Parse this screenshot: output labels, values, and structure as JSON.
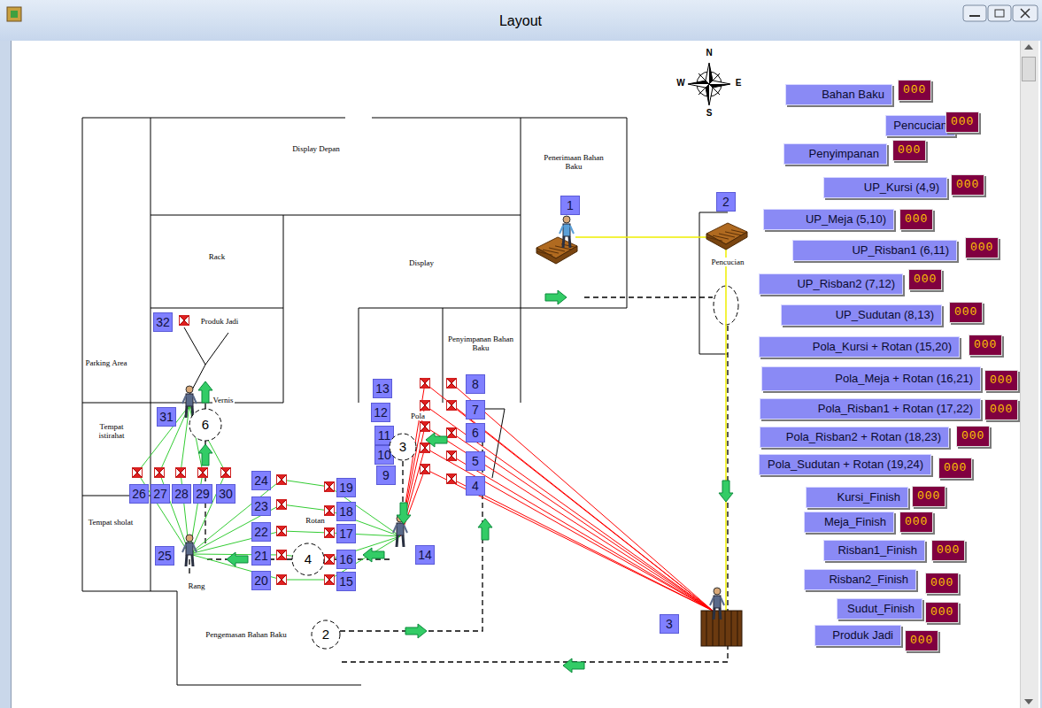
{
  "diagram": {
    "title": "Layout",
    "nodes": [
      {
        "text": [
          "1"
        ]
      },
      {
        "text": [
          "2"
        ]
      },
      {
        "text": [
          "3"
        ]
      },
      {
        "text": [
          "4"
        ]
      },
      {
        "text": [
          "5"
        ]
      },
      {
        "text": [
          "6"
        ]
      },
      {
        "text": [
          "7"
        ]
      },
      {
        "text": [
          "8"
        ]
      },
      {
        "text": [
          "9"
        ]
      },
      {
        "text": [
          "10"
        ]
      },
      {
        "text": [
          "11"
        ]
      },
      {
        "text": [
          "12"
        ]
      },
      {
        "text": [
          "13"
        ]
      },
      {
        "text": [
          "14"
        ]
      },
      {
        "text": [
          "15"
        ]
      },
      {
        "text": [
          "16"
        ]
      },
      {
        "text": [
          "17"
        ]
      },
      {
        "text": [
          "18"
        ]
      },
      {
        "text": [
          "19"
        ]
      },
      {
        "text": [
          "20"
        ]
      },
      {
        "text": [
          "21"
        ]
      },
      {
        "text": [
          "22"
        ]
      },
      {
        "text": [
          "23"
        ]
      },
      {
        "text": [
          "24"
        ]
      },
      {
        "text": [
          "25"
        ]
      },
      {
        "text": [
          "26"
        ]
      },
      {
        "text": [
          "27"
        ]
      },
      {
        "text": [
          "28"
        ]
      },
      {
        "text": [
          "29"
        ]
      },
      {
        "text": [
          "30"
        ]
      },
      {
        "text": [
          "31"
        ]
      },
      {
        "text": [
          "32"
        ]
      },
      {
        "text": [
          "3"
        ]
      },
      {
        "text": [
          "6"
        ]
      },
      {
        "text": [
          "4"
        ]
      },
      {
        "text": [
          "2"
        ]
      },
      {
        "text": [
          "Bahan Baku"
        ]
      },
      {
        "text": [
          "000"
        ]
      },
      {
        "text": [
          "Pencucian"
        ]
      },
      {
        "text": [
          "000"
        ]
      },
      {
        "text": [
          "Penyimpanan"
        ]
      },
      {
        "text": [
          "000"
        ]
      },
      {
        "text": [
          "UP_Kursi (4,9)"
        ]
      },
      {
        "text": [
          "000"
        ]
      },
      {
        "text": [
          "UP_Meja (5,10)"
        ]
      },
      {
        "text": [
          "000"
        ]
      },
      {
        "text": [
          "UP_Risban1 (6,11)"
        ]
      },
      {
        "text": [
          "000"
        ]
      },
      {
        "text": [
          "UP_Risban2 (7,12)"
        ]
      },
      {
        "text": [
          "000"
        ]
      },
      {
        "text": [
          "UP_Sudutan (8,13)"
        ]
      },
      {
        "text": [
          "000"
        ]
      },
      {
        "text": [
          "Pola_Kursi + Rotan (15,20)"
        ]
      },
      {
        "text": [
          "000"
        ]
      },
      {
        "text": [
          "Pola_Meja + Rotan (16,21)"
        ]
      },
      {
        "text": [
          "000"
        ]
      },
      {
        "text": [
          "Pola_Risban1 + Rotan (17,22)"
        ]
      },
      {
        "text": [
          "000"
        ]
      },
      {
        "text": [
          "Pola_Risban2 + Rotan (18,23)"
        ]
      },
      {
        "text": [
          "000"
        ]
      },
      {
        "text": [
          "Pola_Sudutan + Rotan (19,24)"
        ]
      },
      {
        "text": [
          "000"
        ]
      },
      {
        "text": [
          "Kursi_Finish"
        ]
      },
      {
        "text": [
          "000"
        ]
      },
      {
        "text": [
          "Meja_Finish"
        ]
      },
      {
        "text": [
          "000"
        ]
      },
      {
        "text": [
          "Risban1_Finish"
        ]
      },
      {
        "text": [
          "000"
        ]
      },
      {
        "text": [
          "Risban2_Finish"
        ]
      },
      {
        "text": [
          "000"
        ]
      },
      {
        "text": [
          "Sudut_Finish"
        ]
      },
      {
        "text": [
          "000"
        ]
      },
      {
        "text": [
          "Produk Jadi"
        ]
      },
      {
        "text": [
          "000"
        ]
      }
    ],
    "labels": [
      "N",
      "W",
      "E",
      "S",
      "Display Depan",
      "Rack",
      "Display",
      "Penerimaan Bahan Baku",
      "Pencucian",
      "Penyimpanan Bahan Baku",
      "Parking Area",
      "Tempat istirahat",
      "Tempat sholat",
      "Pola",
      "Vernis",
      "Rotan",
      "Rang",
      "Pengemasan Bahan Baku",
      "Produk Jadi"
    ]
  }
}
